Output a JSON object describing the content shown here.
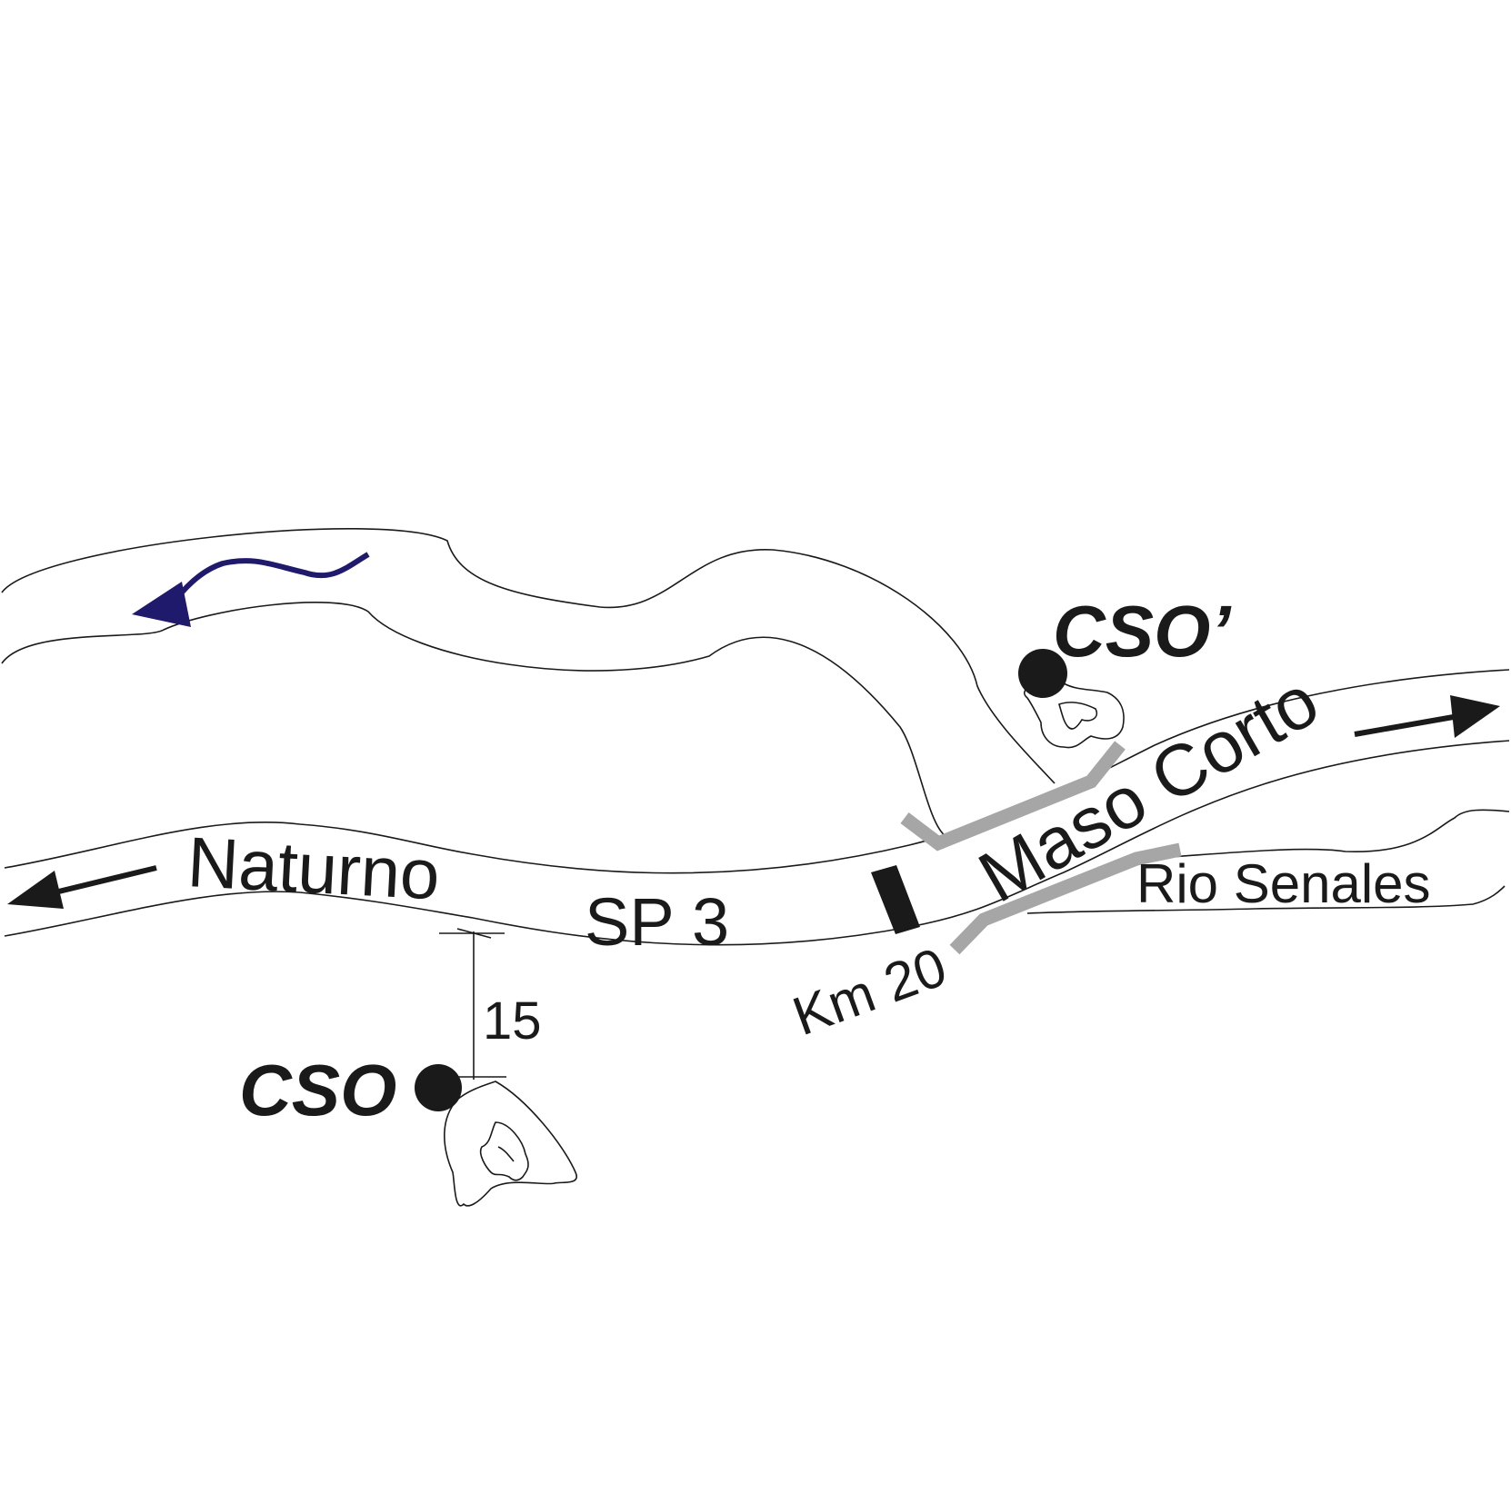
{
  "map": {
    "labels": {
      "naturno": "Naturno",
      "sp3": "SP 3",
      "maso_corto": "Maso Corto",
      "rio_senales": "Rio Senales",
      "km": "Km 20",
      "distance": "15",
      "cso": "CSO",
      "cso_prime": "CSO’"
    },
    "icons": {
      "west_arrow": "arrow-left-icon",
      "east_arrow": "arrow-right-icon",
      "flow_arrow": "flow-direction-arrow-icon",
      "cso_marker": "cave-entrance-marker-icon",
      "cso_prime_marker": "cave-entrance-marker-icon",
      "bridge": "bridge-icon",
      "km_marker": "kilometer-post-icon"
    },
    "colors": {
      "line": "#1a1a1a",
      "flow_arrow": "#1f1a6b",
      "bridge": "#a6a6a6",
      "background": "#ffffff"
    }
  }
}
